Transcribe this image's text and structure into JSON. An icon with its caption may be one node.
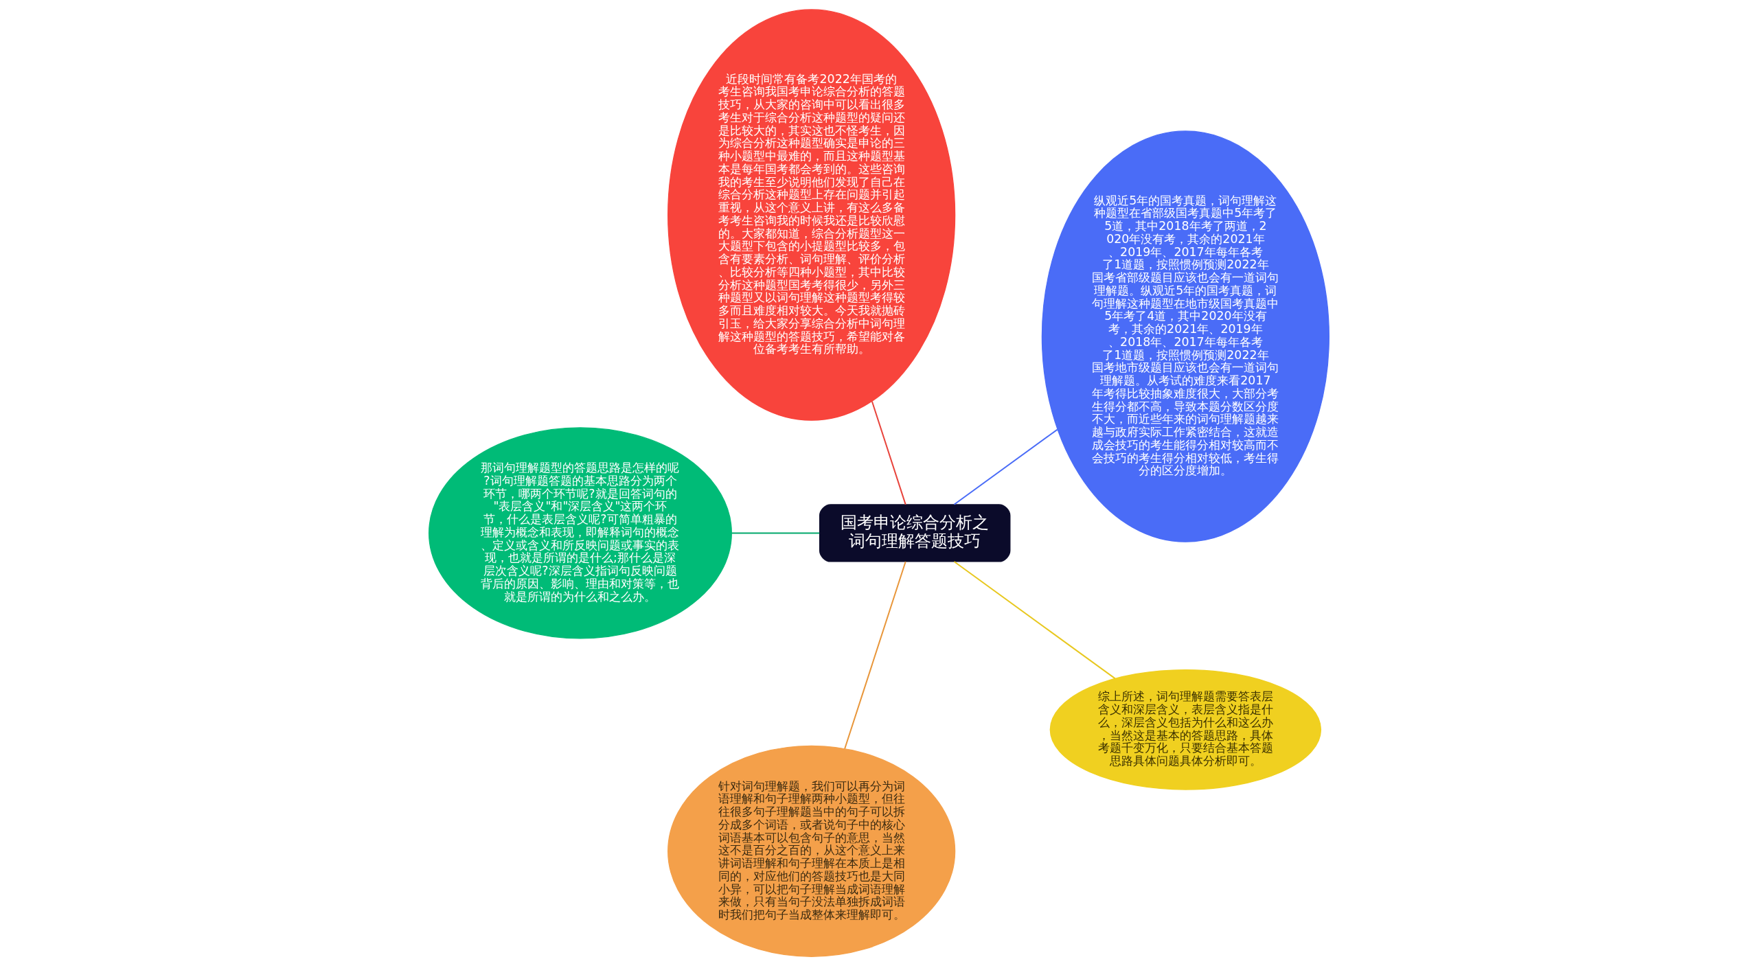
{
  "diagram": {
    "nodes": [
      {
        "text": [
          "国考申论综合分析之词句理解答题技巧"
        ]
      },
      {
        "text": [
          "纵观近5年的国考真题，词句理解这种题型在省部级国考真题中5年考了5道，其中2018年考了两道，2020年没有考，其余的2021年、2019年、2017年每年各考了1道题，按照惯例预测2022年国考省部级题目应该也会有一道词句理解题。纵观近5年的国考真题，词句理解这种题型在地市级国考真题中5年考了4道，其中2020年没有考，其余的2021年、2019年、2018年、2017年每年各考了1道题，按照惯例预测2022年国考地市级题目应该也会有一道词句理解题。从考试的难度来看2017年考得比较抽象难度很大，大部分考生得分都不高，导致本题分数区分度不大，而近些年来的词句理解题越来越与政府实际工作紧密结合，这就造成会技巧的考生能得分相对较高而不会技巧的考生得分相对较低，考生得分的区分度增加。"
        ]
      },
      {
        "text": [
          "近段时间常有备考2022年国考的考生咨询我国考申论综合分析的答题技巧，从大家的咨询中可以看出很多考生对于综合分析这种题型的疑问还是比较大的，其实这也不怪考生，因为综合分析这种题型确实是申论的三种小题型中最难的，而且这种题型基本是每年国考都会考到的。这些咨询我的考生至少说明他们发现了自己在综合分析这种题型上存在问题并引起重视，从这个意义上讲，有这么多备考考生咨询我的时候我还是比较欣慰的。大家都知道，综合分析题型这一大题型下包含的小提题型比较多，包含有要素分析、词句理解、评价分析、比较分析等四种小题型，其中比较分析这种题型国考考得很少，另外三种题型又以词句理解这种题型考得较多而且难度相对较大。今天我就抛砖引玉，给大家分享综合分析中词句理解这种题型的答题技巧，希望能对各位备考考生有所帮助。"
        ]
      },
      {
        "text": [
          "那词句理解题型的答题思路是怎样的呢?词句理解题答题的基本思路分为两个环节，哪两个环节呢?就是回答词句的\"表层含义\"和\"深层含义\"这两个环节，什么是表层含义呢?可简单粗暴的理解为概念和表现，即解释词句的概念、定义或含义和所反映问题或事实的表现，也就是所谓的是什么;那什么是深层次含义呢?深层含义指词句反映问题背后的原因、影响、理由和对策等，也就是所谓的为什么和之么办。"
        ]
      },
      {
        "text": [
          "针对词句理解题，我们可以再分为词语理解和句子理解两种小题型，但往往很多句子理解题当中的句子可以拆分成多个词语，或者说句子中的核心词语基本可以包含句子的意思，当然这不是百分之百的，从这个意义上来讲词语理解和句子理解在本质上是相同的，对应他们的答题技巧也是大同小异，可以把句子理解当成词语理解来做，只有当句子没法单独拆成词语时我们把句子当成整体来理解即可。"
        ]
      },
      {
        "text": [
          "综上所述，词句理解题需要答表层含义和深层含义，表层含义指是什么，深层含义包括为什么和这么办，当然这是基本的答题思路，具体考题千变万化，只要结合基本答题思路具体问题具体分析即可。"
        ]
      }
    ],
    "edges": [
      {
        "from": 0,
        "to": 1,
        "arrow": "none",
        "color": "#4a6cf7"
      },
      {
        "from": 0,
        "to": 2,
        "arrow": "none",
        "color": "#e8443c"
      },
      {
        "from": 0,
        "to": 3,
        "arrow": "none",
        "color": "#00a86b"
      },
      {
        "from": 0,
        "to": 4,
        "arrow": "none",
        "color": "#e8963a"
      },
      {
        "from": 0,
        "to": 5,
        "arrow": "none",
        "color": "#e8c820"
      }
    ]
  }
}
